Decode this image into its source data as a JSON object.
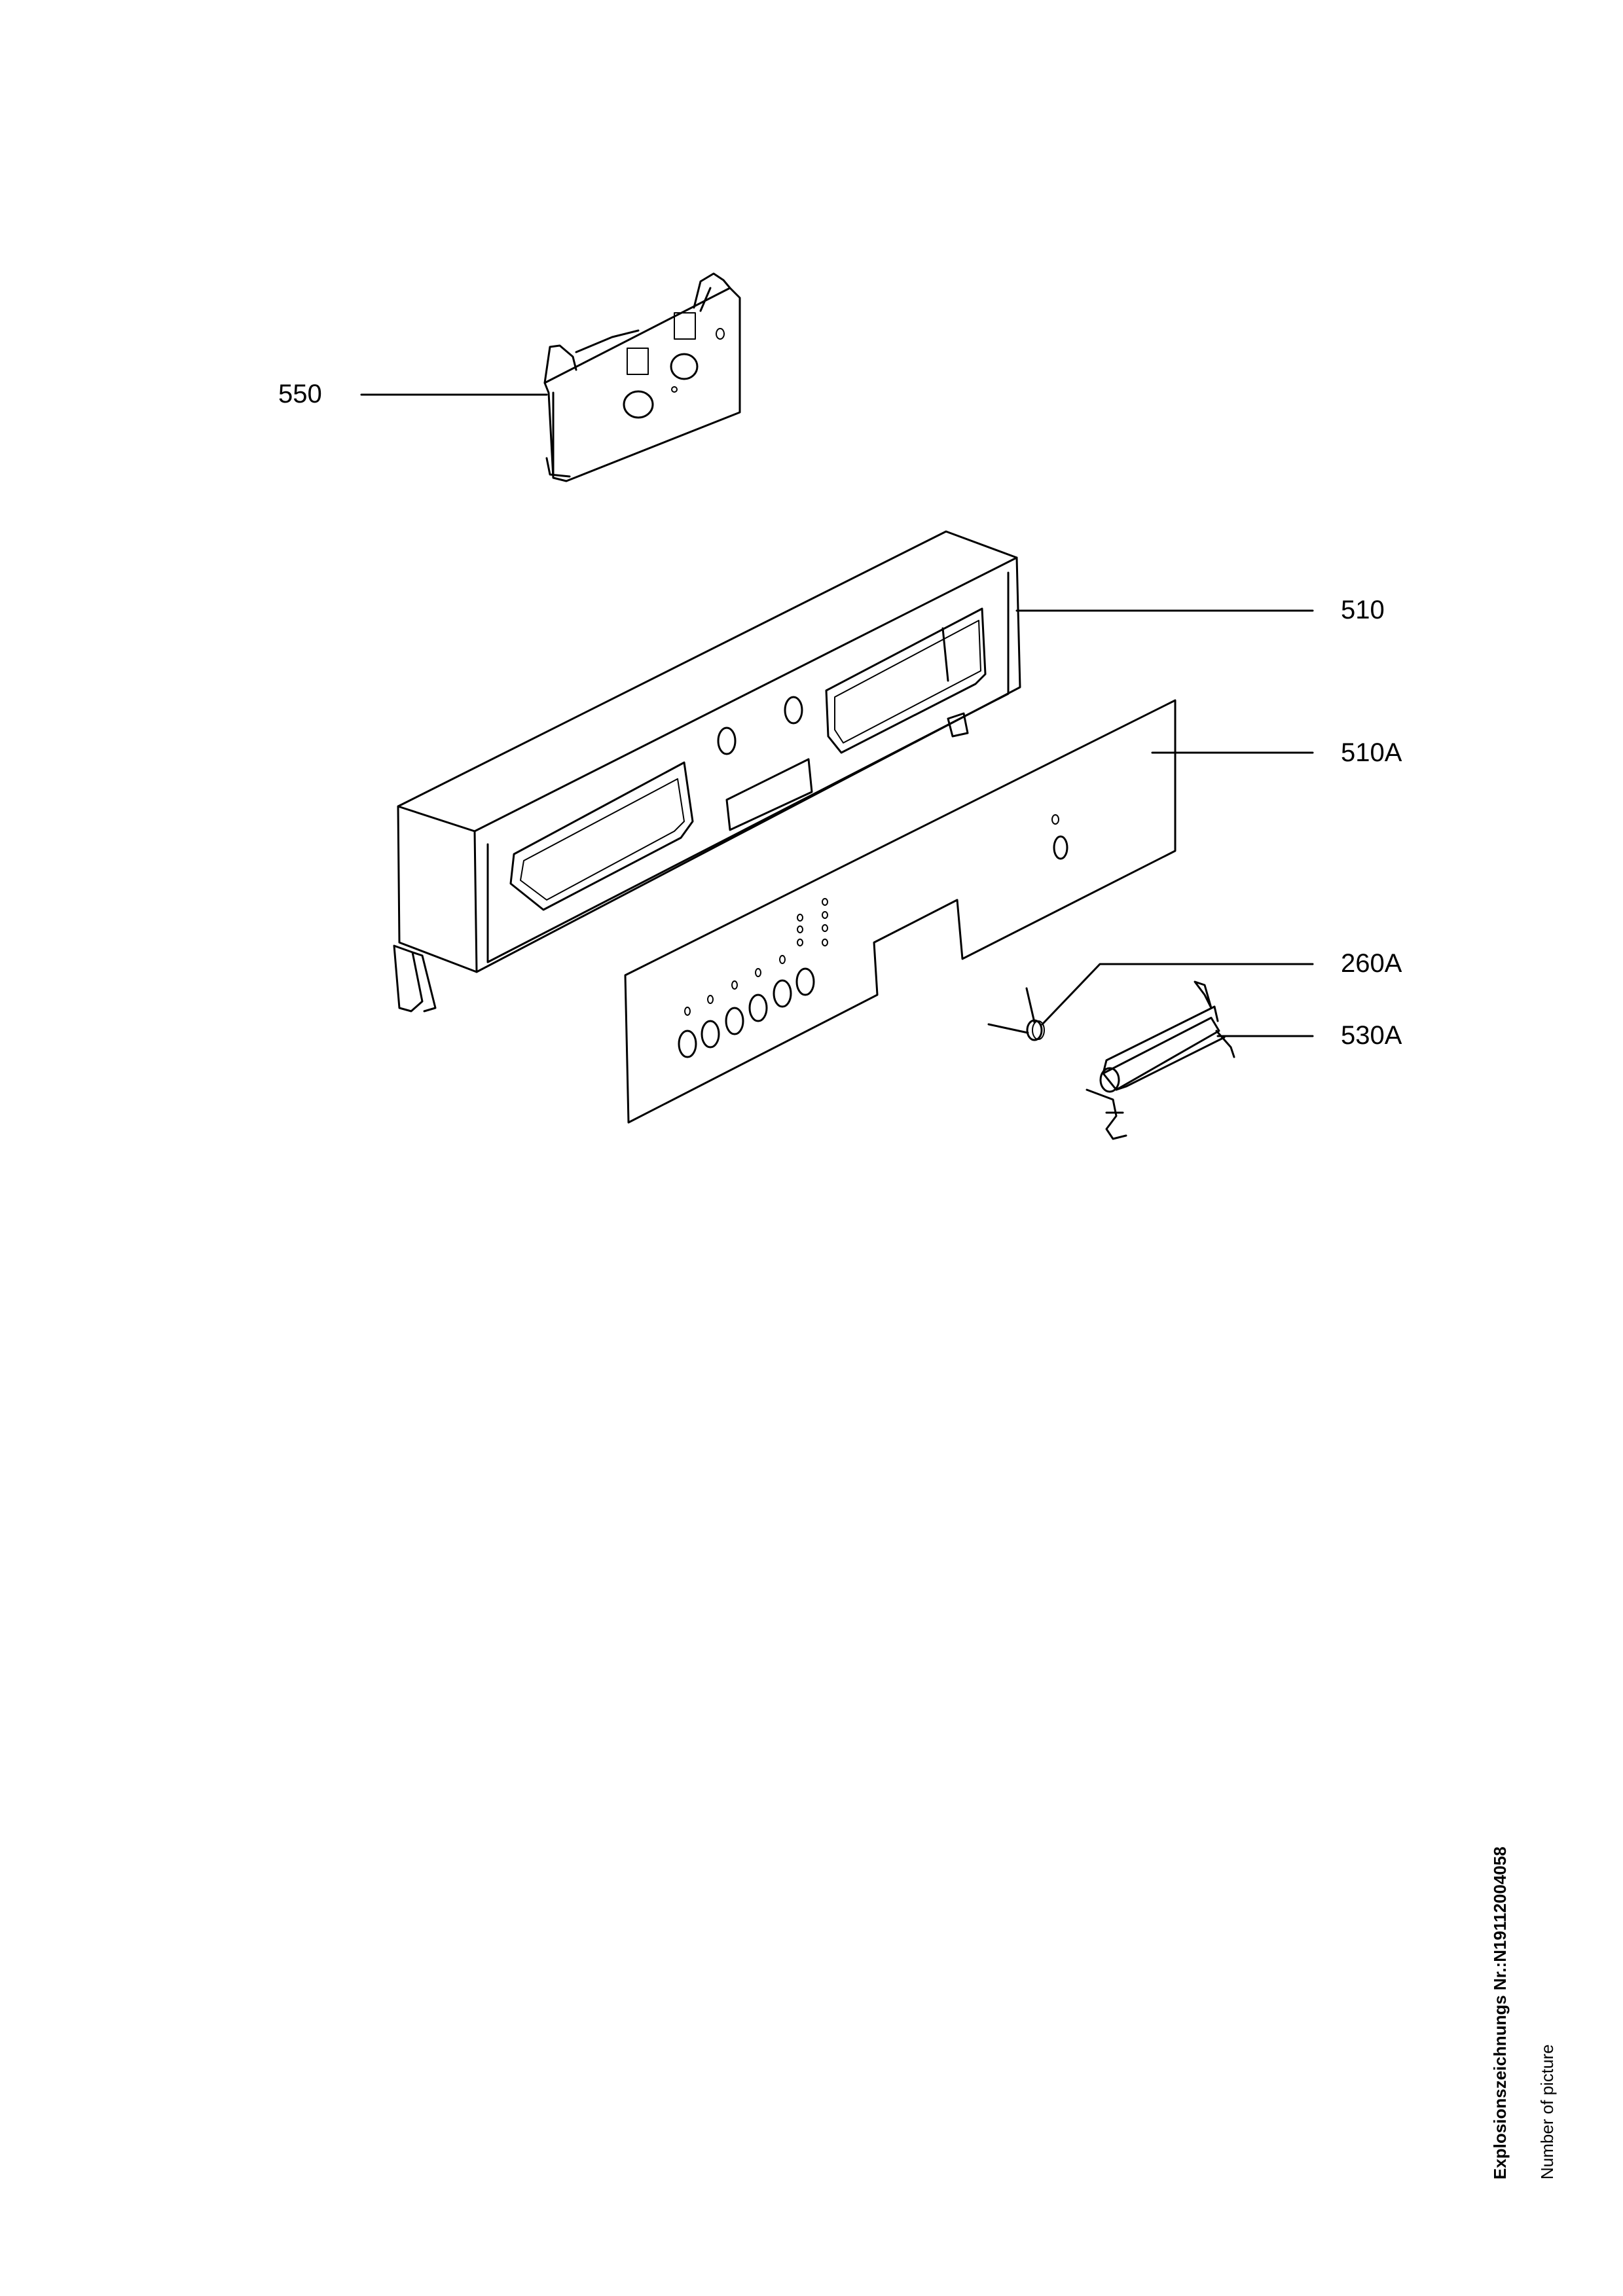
{
  "labels": {
    "part_550": "550",
    "part_510": "510",
    "part_510a": "510A",
    "part_260a": "260A",
    "part_530a": "530A"
  },
  "side_note": {
    "title": "Explosionszeichnungs Nr.:N19112004058",
    "subtitle": "Number of picture"
  }
}
